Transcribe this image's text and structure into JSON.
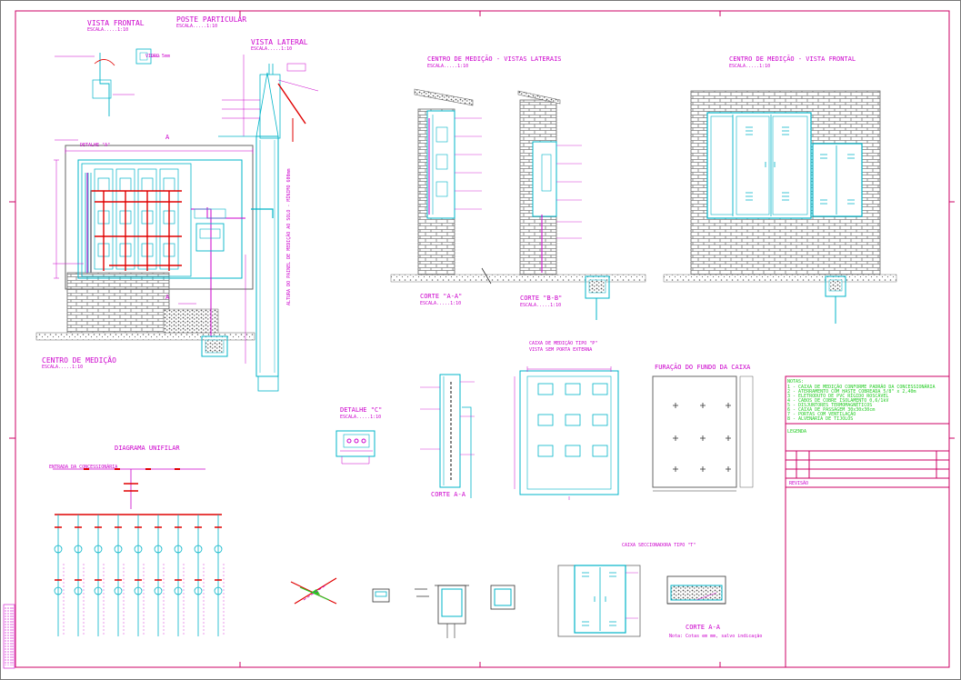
{
  "titles": {
    "vista_frontal": "VISTA FRONTAL",
    "vista_frontal_escala": "ESCALA.....1:10",
    "poste_particular": "POSTE PARTICULAR",
    "poste_escala": "ESCALA.....1:10",
    "vista_lateral": "VISTA LATERAL",
    "vista_lateral_escala": "ESCALA.....1:10",
    "centro_medicao_lateral": "CENTRO DE MEDIÇÃO - VISTAS LATERAIS",
    "centro_medicao_lateral_escala": "ESCALA.....1:10",
    "centro_medicao_frontal": "CENTRO DE MEDIÇÃO - VISTA FRONTAL",
    "centro_medicao_frontal_escala": "ESCALA.....1:10",
    "centro_medicao": "CENTRO DE MEDIÇÃO",
    "centro_medicao_escala": "ESCALA.....1:10",
    "corte_aa": "CORTE \"A-A\"",
    "corte_aa_escala": "ESCALA.....1:10",
    "corte_bb": "CORTE \"B-B\"",
    "corte_bb_escala": "ESCALA.....1:10",
    "detalhe_c": "DETALHE \"C\"",
    "detalhe_c_escala": "ESCALA.....1:10",
    "caixa_medicao": "CAIXA DE MEDIÇÃO TIPO \"P\"",
    "caixa_medicao_sub": "VISTA SEM PORTA EXTERNA",
    "furacao": "FURAÇÃO DO FUNDO DA CAIXA",
    "diagrama_unifilar": "DIAGRAMA UNIFILAR",
    "corte_a_a": "CORTE A-A",
    "caixa_seccionadora": "CAIXA SECCIONADORA TIPO \"T\"",
    "corte_a_a_2": "CORTE A-A",
    "nota_corte": "Nota: Cotas em mm, salvo indicação",
    "entrada_concessionaria": "ENTRADA DA CONCESSIONÁRIA",
    "vidro_5mm": "VIDRO 5mm",
    "altura_caixa": "ALTURA DO PAINEL DE MEDIÇÃO AO SOLO - MÍNIMO 600mm",
    "detalhe_a": "DETALHE \"A\"",
    "a_label": "A",
    "marker_a": "A"
  },
  "notes": {
    "heading": "NOTAS:",
    "lines": [
      "1 - CAIXA DE MEDIÇÃO CONFORME PADRÃO DA CONCESSIONÁRIA",
      "2 - ATERRAMENTO COM HASTE COBREADA 5/8\" x 2,40m",
      "3 - ELETRODUTO DE PVC RÍGIDO ROSCÁVEL",
      "4 - CABOS DE COBRE ISOLAMENTO 0,6/1kV",
      "5 - DISJUNTORES TERMOMAGNÉTICOS",
      "6 - CAIXA DE PASSAGEM 30x30x30cm",
      "7 - PORTAS COM VENTILAÇÃO",
      "8 - ALVENARIA DE TIJOLOS"
    ],
    "legend": "LEGENDA"
  },
  "title_block": {
    "rows": [
      "",
      "",
      ""
    ],
    "revision": "REVISÃO"
  },
  "colors": {
    "border": "#cc0066",
    "cyan": "#00b4c8",
    "magenta": "#cc00cc",
    "red": "#e00000",
    "green": "#22cc22",
    "gray": "#8a8a8a"
  }
}
